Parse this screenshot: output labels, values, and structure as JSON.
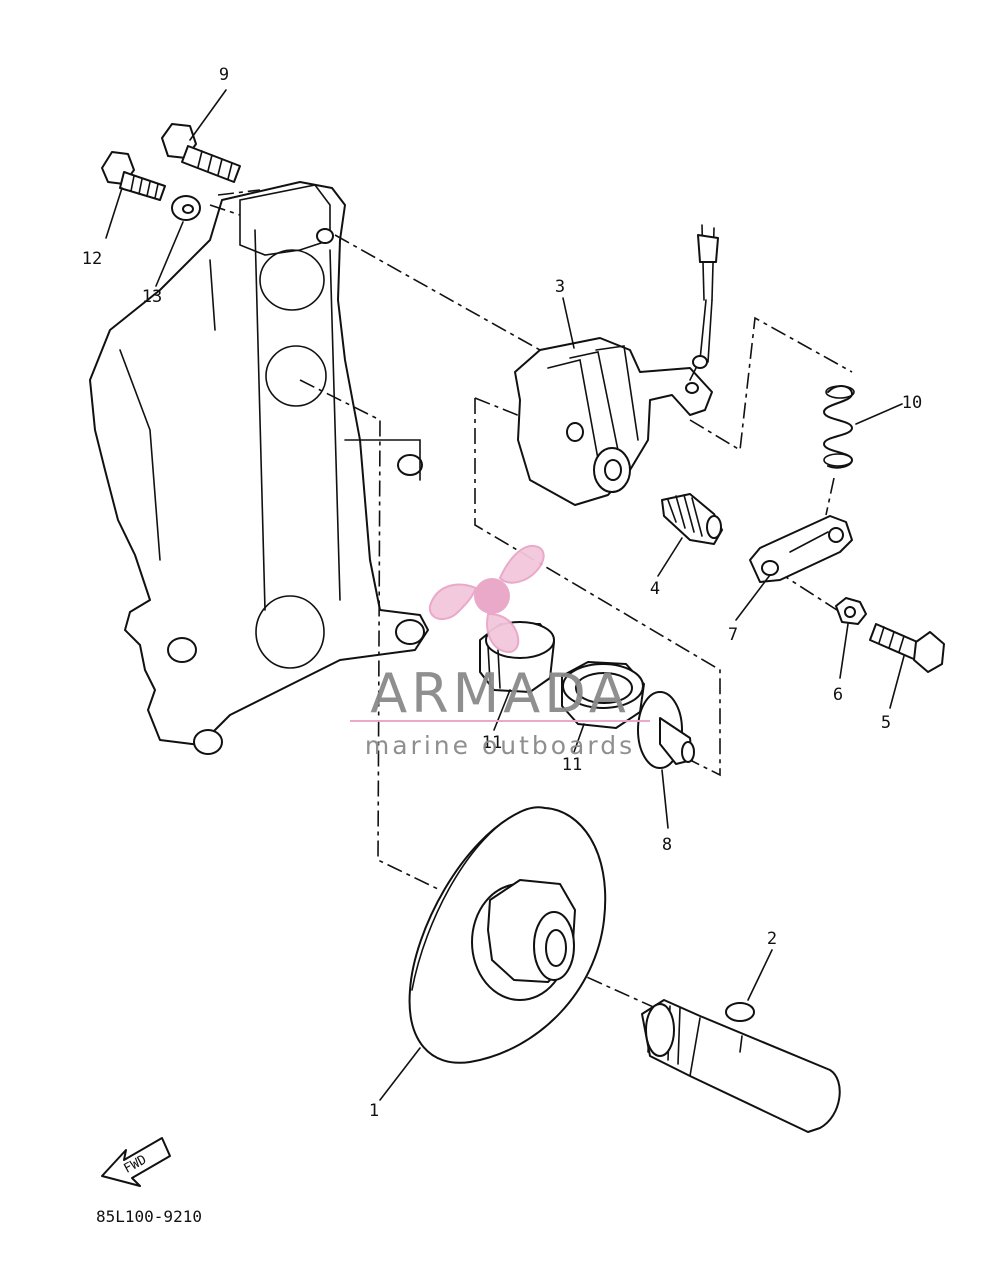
{
  "diagram": {
    "code": "85L100-9210",
    "fwd_label": "FWD",
    "callouts": [
      {
        "id": "1",
        "label": "1"
      },
      {
        "id": "2",
        "label": "2"
      },
      {
        "id": "3",
        "label": "3"
      },
      {
        "id": "4",
        "label": "4"
      },
      {
        "id": "5",
        "label": "5"
      },
      {
        "id": "6",
        "label": "6"
      },
      {
        "id": "7",
        "label": "7"
      },
      {
        "id": "8",
        "label": "8"
      },
      {
        "id": "9",
        "label": "9"
      },
      {
        "id": "10",
        "label": "10"
      },
      {
        "id": "11a",
        "label": "11"
      },
      {
        "id": "11b",
        "label": "11"
      },
      {
        "id": "12",
        "label": "12"
      },
      {
        "id": "13",
        "label": "13"
      }
    ]
  },
  "watermark": {
    "brand": "ARMADA",
    "tagline": "marine outboards",
    "color": "#e9a5c6"
  }
}
